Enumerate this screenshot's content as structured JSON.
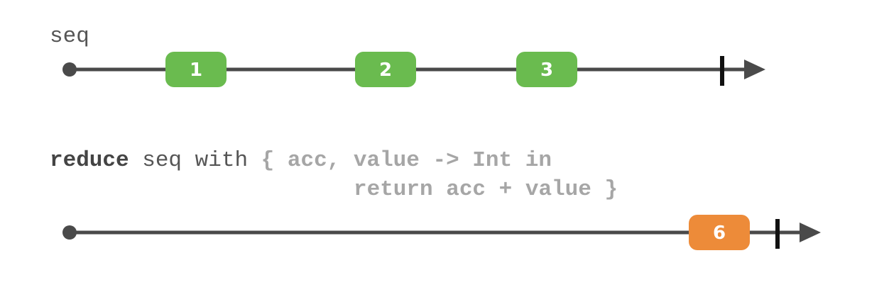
{
  "input_stream": {
    "label": "seq",
    "events": [
      {
        "value": "1",
        "color": "#6abb4f"
      },
      {
        "value": "2",
        "color": "#6abb4f"
      },
      {
        "value": "3",
        "color": "#6abb4f"
      }
    ],
    "completed": true
  },
  "operator": {
    "keyword": "reduce",
    "rest_line1": " seq with ",
    "closure_line1": "{ acc, value -> Int in",
    "closure_line2": "return acc + value }"
  },
  "output_stream": {
    "events": [
      {
        "value": "6",
        "color": "#ed8b39"
      }
    ],
    "completed": true
  },
  "colors": {
    "line": "#4a4a4a",
    "input_marble": "#6abb4f",
    "output_marble": "#ed8b39",
    "closure_text": "#a6a6a6"
  }
}
